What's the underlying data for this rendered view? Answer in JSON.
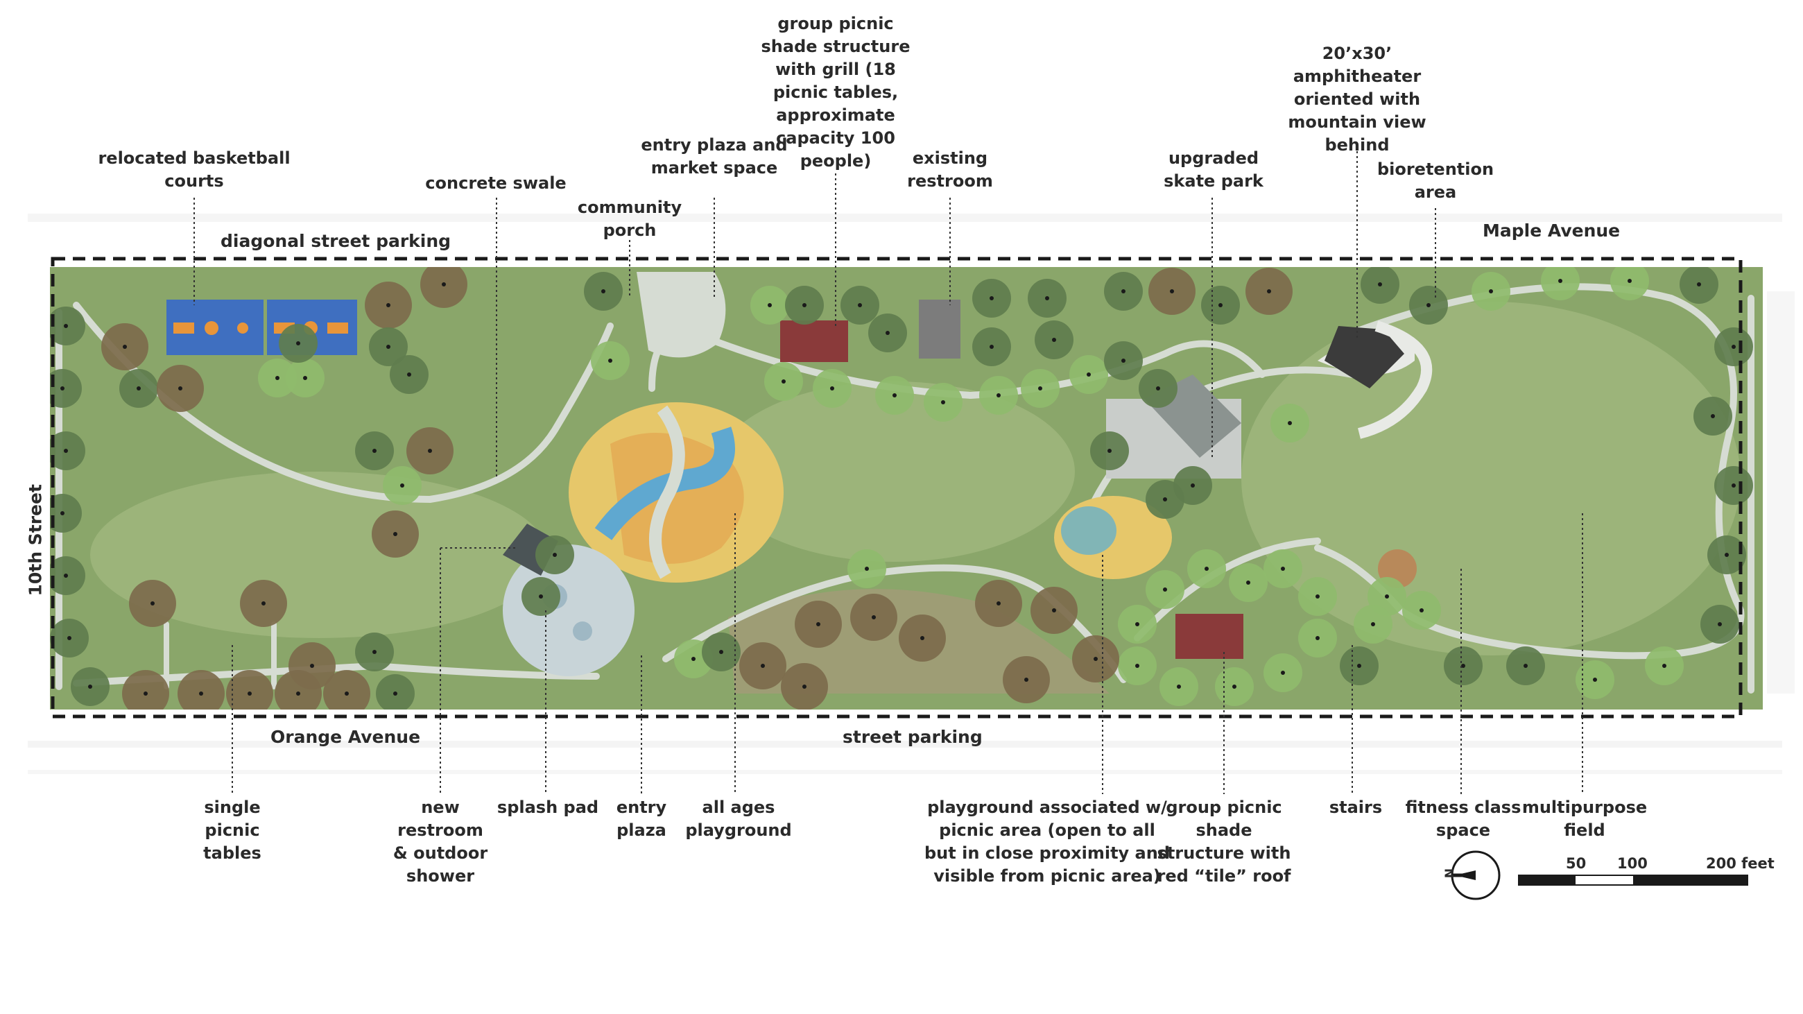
{
  "colors": {
    "lawn": "#8aa66a",
    "lawn_light": "#9cb47a",
    "path": "#d6dcd3",
    "tree_dark": "#5f7d4e",
    "tree_light": "#8fbb6c",
    "tree_brown": "#7d6b4c",
    "court": "#3f6fc0",
    "court_key": "#e8953a",
    "roof_red": "#8a3a3a",
    "boundary": "#1a1a1a"
  },
  "streets": {
    "north": "Maple Avenue",
    "south": "Orange Avenue",
    "west": "10th Street",
    "diagonal_parking": "diagonal street parking",
    "street_parking": "street parking"
  },
  "labels": {
    "relocated_basketball": "relocated basketball\ncourts",
    "concrete_swale": "concrete swale",
    "community_porch": "community\nporch",
    "entry_plaza_market": "entry plaza and\nmarket space",
    "group_picnic_grill": "group picnic\nshade structure\nwith grill (18\npicnic tables,\napproximate\ncapacity 100\npeople)",
    "existing_restroom": "existing\nrestroom",
    "upgraded_skate": "upgraded\nskate park",
    "amphitheater": "20’x30’\namphitheater\noriented with\nmountain view\nbehind",
    "bioretention": "bioretention\narea",
    "single_picnic": "single\npicnic\ntables",
    "new_restroom": "new\nrestroom\n& outdoor\nshower",
    "splash_pad": "splash pad",
    "entry_plaza": "entry\nplaza",
    "all_ages_playground": "all ages\nplayground",
    "playground_picnic": "playground associated w/\npicnic area (open to all\nbut in close proximity and\nvisible from picnic area)",
    "group_picnic_red": "group picnic\nshade\nstructure with\nred “tile” roof",
    "stairs": "stairs",
    "fitness_class": "fitness class\nspace",
    "multipurpose_field": "multipurpose\nfield"
  },
  "north_arrow": {
    "letter": "N"
  },
  "scale_bar": {
    "ticks": [
      "50",
      "100",
      "200 feet"
    ]
  }
}
